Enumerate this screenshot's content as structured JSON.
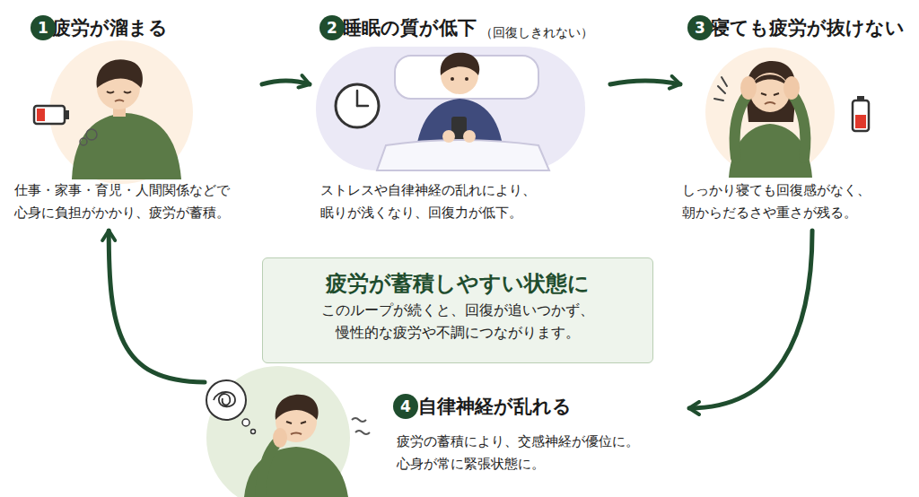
{
  "diagram": {
    "nodes": [
      {
        "text": [
          "疲労が溜まる",
          "仕事・家事・育児・人間関係などで 心身に負担がかかり、疲労が蓄積。"
        ]
      },
      {
        "text": [
          "1"
        ],
        "in": 0
      },
      {
        "text": [
          "睡眠の質が低下",
          "（回復しきれない）",
          "ストレスや自律神経の乱れにより、 眠りが浅くなり、回復力が低下。"
        ]
      },
      {
        "text": [
          "2"
        ],
        "in": 2
      },
      {
        "text": [
          "寝ても疲労が抜けない",
          "しっかり寝ても回復感がなく、 朝からだるさや重さが残る。"
        ]
      },
      {
        "text": [
          "3"
        ],
        "in": 4
      },
      {
        "text": [
          "疲労が蓄積しやすい状態に",
          "このループが続くと、回復が追いつかず、 慢性的な疲労や不調につながります。"
        ]
      },
      {
        "text": [
          "自律神経が乱れる",
          "疲労の蓄積により、交感神経が優位に。 心身が常に緊張状態に。"
        ]
      },
      {
        "text": [
          "4"
        ],
        "in": 7
      }
    ],
    "edges": [
      {
        "from": 0,
        "to": 2,
        "arrow": "to"
      },
      {
        "from": 2,
        "to": 4,
        "arrow": "to"
      },
      {
        "from": 4,
        "to": 7,
        "arrow": "to"
      },
      {
        "from": 7,
        "to": 0,
        "arrow": "to"
      }
    ]
  }
}
